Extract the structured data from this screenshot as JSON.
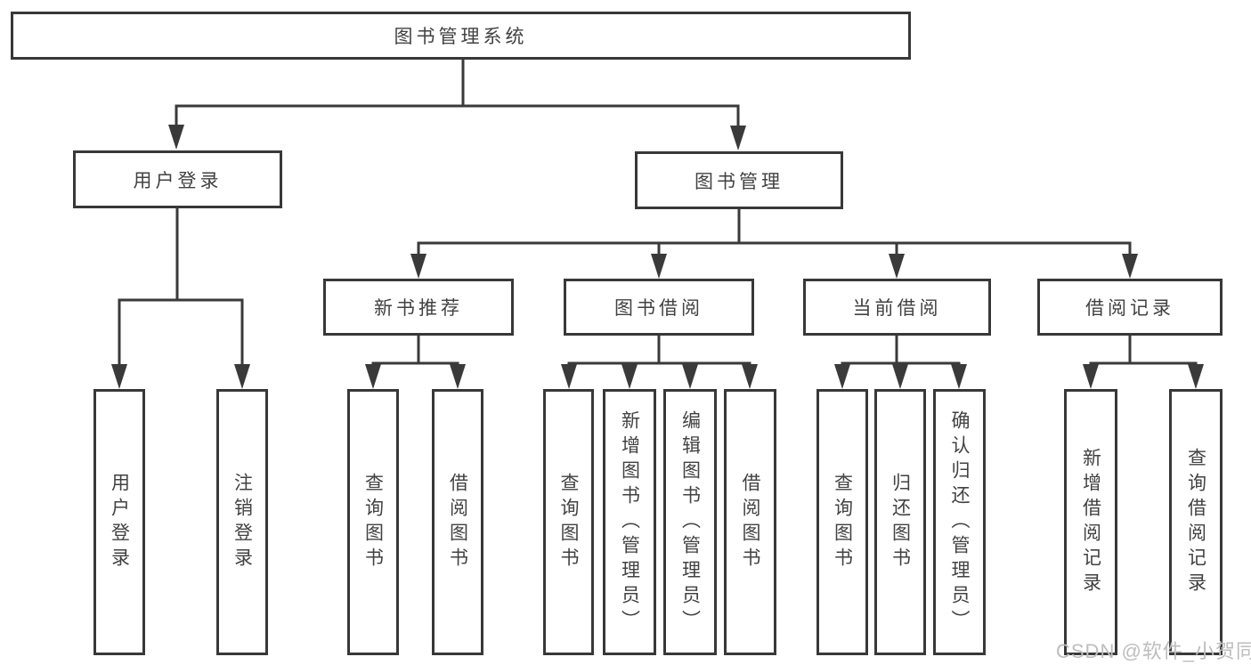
{
  "diagram": {
    "root": {
      "label": "图书管理系统"
    },
    "level2": [
      {
        "label": "用户登录"
      },
      {
        "label": "图书管理"
      }
    ],
    "level3": [
      {
        "label": "新书推荐"
      },
      {
        "label": "图书借阅"
      },
      {
        "label": "当前借阅"
      },
      {
        "label": "借阅记录"
      }
    ],
    "leaves": [
      {
        "label": "用户登录",
        "parent": "用户登录"
      },
      {
        "label": "注销登录",
        "parent": "用户登录"
      },
      {
        "label": "查询图书",
        "parent": "新书推荐"
      },
      {
        "label": "借阅图书",
        "parent": "新书推荐"
      },
      {
        "label": "查询图书",
        "parent": "图书借阅"
      },
      {
        "label": "新增图书（管理员）",
        "parent": "图书借阅"
      },
      {
        "label": "编辑图书（管理员）",
        "parent": "图书借阅"
      },
      {
        "label": "借阅图书",
        "parent": "图书借阅"
      },
      {
        "label": "查询图书",
        "parent": "当前借阅"
      },
      {
        "label": "归还图书",
        "parent": "当前借阅"
      },
      {
        "label": "确认归还（管理员）",
        "parent": "当前借阅"
      },
      {
        "label": "新增借阅记录",
        "parent": "借阅记录"
      },
      {
        "label": "查询借阅记录",
        "parent": "借阅记录"
      }
    ]
  },
  "watermark": "CSDN @软件_小贺同学",
  "colors": {
    "line": "#3a3a3a",
    "text": "#424242",
    "background": "#ffffff",
    "watermark": "#bdbdbd"
  }
}
